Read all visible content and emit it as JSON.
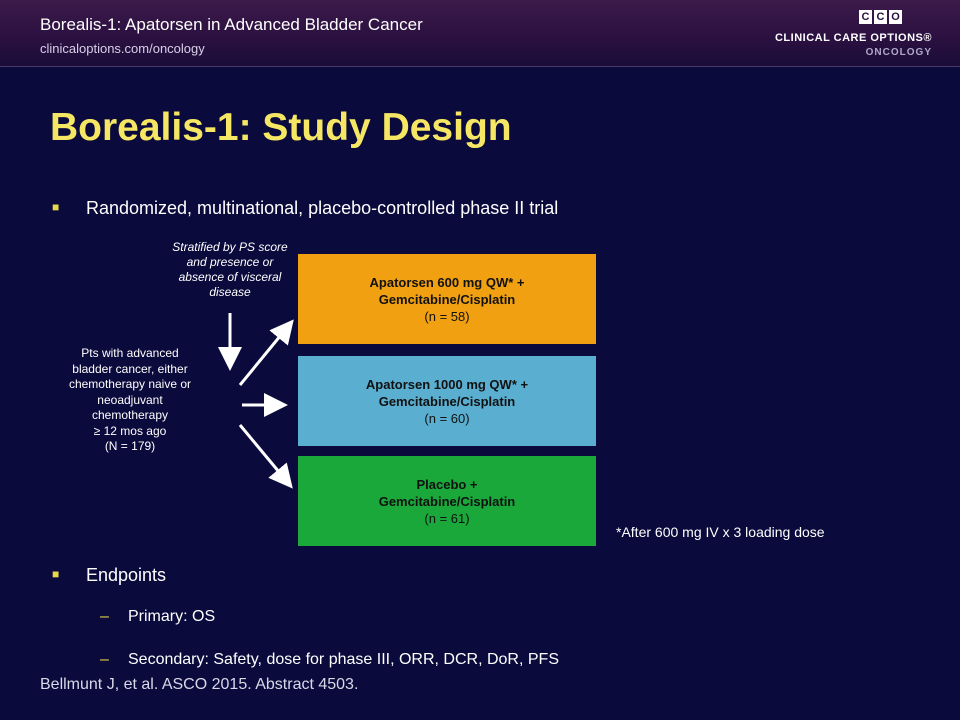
{
  "header": {
    "title": "Borealis-1: Apatorsen in Advanced Bladder Cancer",
    "url": "clinicaloptions.com/oncology",
    "logo_letters": [
      "C",
      "C",
      "O"
    ],
    "logo_line1": "CLINICAL CARE OPTIONS®",
    "logo_line2": "ONCOLOGY"
  },
  "page_title": "Borealis-1: Study Design",
  "bullets": {
    "design": "Randomized, multinational, placebo-controlled phase II trial",
    "endpoints": "Endpoints",
    "primary": "Primary: OS",
    "secondary": "Secondary: Safety, dose for phase III, ORR, DCR, DoR, PFS"
  },
  "diagram": {
    "stratification": [
      "Stratified by PS score",
      "and presence or",
      "absence of visceral",
      "disease"
    ],
    "population": [
      "Pts with advanced",
      "bladder cancer, either",
      "chemotherapy naive or",
      "neoadjuvant",
      "chemotherapy",
      "≥ 12 mos ago",
      "(N = 179)"
    ],
    "arms": [
      {
        "line1": "Apatorsen 600 mg QW* +",
        "line2": "Gemcitabine/Cisplatin",
        "n": "(n = 58)",
        "color": "#f0a010"
      },
      {
        "line1": "Apatorsen 1000 mg QW* +",
        "line2": "Gemcitabine/Cisplatin",
        "n": "(n = 60)",
        "color": "#5aaed0"
      },
      {
        "line1": "Placebo +",
        "line2": "Gemcitabine/Cisplatin",
        "n": "(n = 61)",
        "color": "#1aa83a"
      }
    ],
    "footnote": "*After 600 mg IV x 3 loading dose"
  },
  "citation": "Bellmunt J, et al. ASCO 2015. Abstract 4503.",
  "colors": {
    "background": "#0a0a3c",
    "title": "#f5e664",
    "bullet": "#e8d84a"
  }
}
